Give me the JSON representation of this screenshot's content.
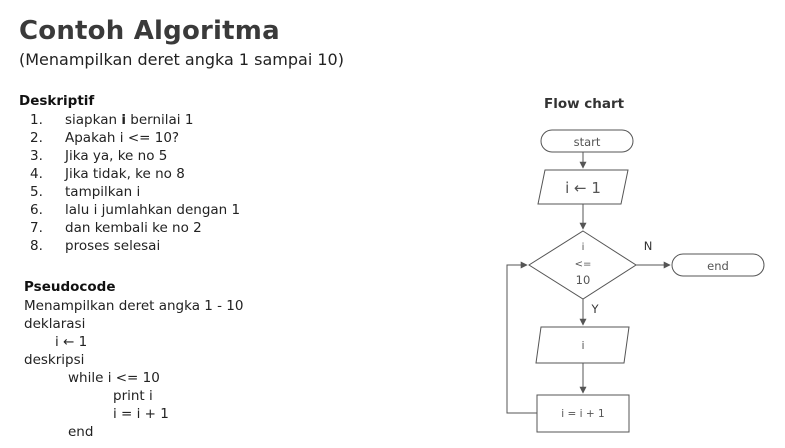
{
  "title": "Contoh Algoritma",
  "subtitle": "(Menampilkan deret angka 1 sampai 10)",
  "deskriptif": {
    "heading": "Deskriptif",
    "steps": [
      {
        "num": "1.",
        "pre": "siapkan ",
        "bold": "i",
        "post": " bernilai 1"
      },
      {
        "num": "2.",
        "pre": "Apakah i <= 10?",
        "bold": "",
        "post": ""
      },
      {
        "num": "3.",
        "pre": "Jika ya, ke no 5",
        "bold": "",
        "post": ""
      },
      {
        "num": "4.",
        "pre": "Jika tidak, ke no 8",
        "bold": "",
        "post": ""
      },
      {
        "num": "5.",
        "pre": "tampilkan i",
        "bold": "",
        "post": ""
      },
      {
        "num": "6.",
        "pre": "lalu i jumlahkan dengan 1",
        "bold": "",
        "post": ""
      },
      {
        "num": "7.",
        "pre": "dan kembali ke no 2",
        "bold": "",
        "post": ""
      },
      {
        "num": "8.",
        "pre": "proses selesai",
        "bold": "",
        "post": ""
      }
    ]
  },
  "pseudocode": {
    "heading": "Pseudocode",
    "line1": "Menampilkan deret angka 1 - 10",
    "line2": "deklarasi",
    "line3": "i ← 1",
    "line4": "deskripsi",
    "line5": "while i <= 10",
    "line6": "print i",
    "line7": "i = i + 1",
    "line8": "end"
  },
  "flowchart": {
    "title": "Flow chart",
    "start": "start",
    "init": "i ← 1",
    "cond_line1": "i",
    "cond_line2": "<=",
    "cond_line3": "10",
    "yes": "Y",
    "no": "N",
    "end": "end",
    "output": "i",
    "increment": "i = i + 1",
    "line_color": "#555555"
  }
}
